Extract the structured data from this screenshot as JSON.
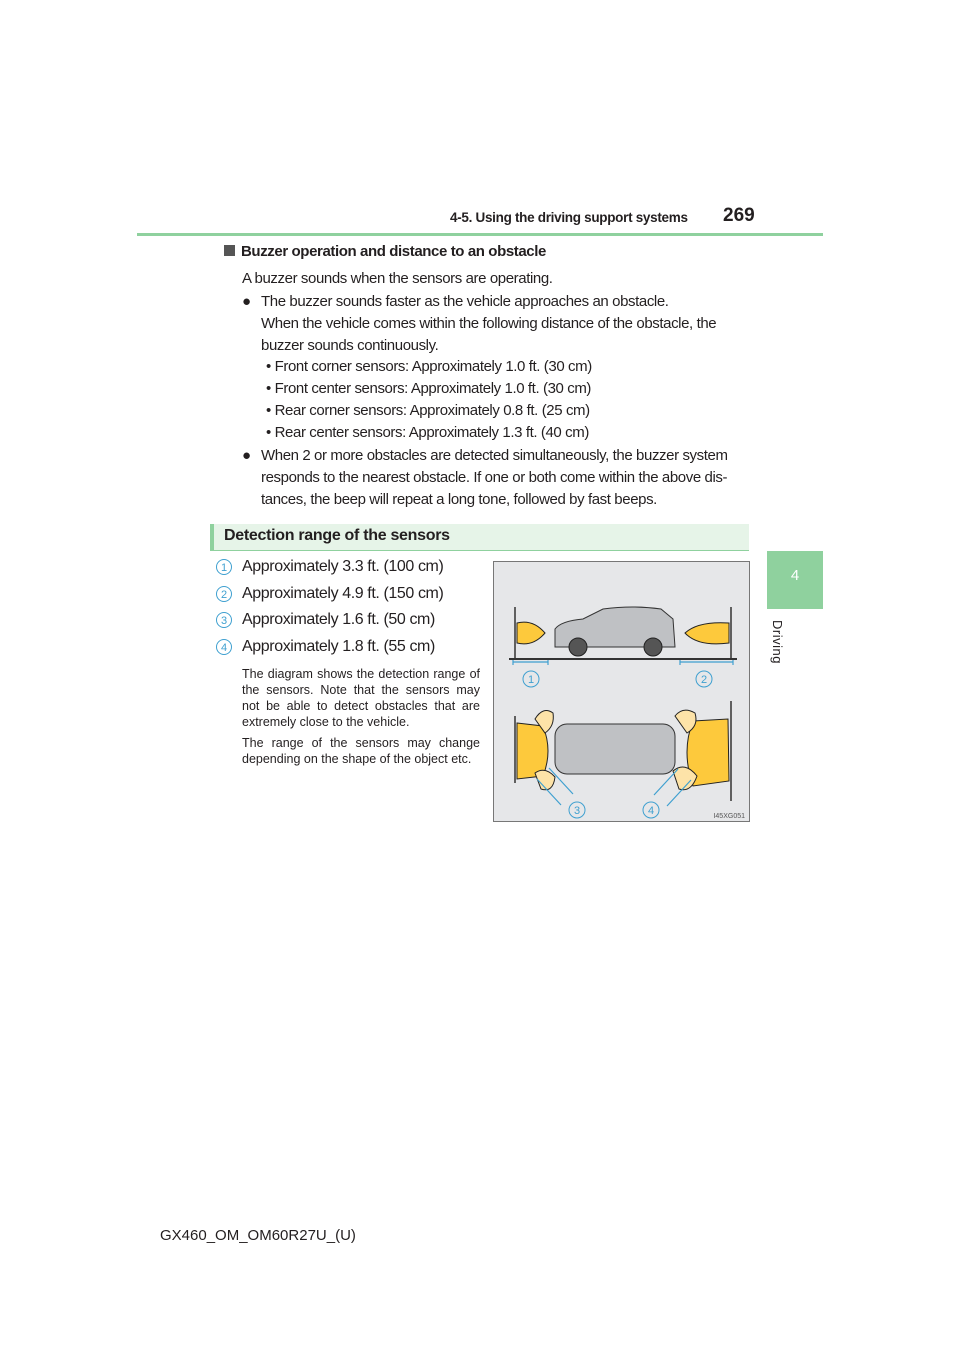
{
  "header": {
    "section": "4-5. Using the driving support systems",
    "page": "269"
  },
  "side_tab": {
    "number": "4",
    "label": "Driving"
  },
  "buzzer": {
    "heading": "Buzzer operation and distance to an obstacle",
    "intro": "A buzzer sounds when the sensors are operating.",
    "bullet1": [
      "The buzzer sounds faster as the vehicle approaches an obstacle.",
      "When the vehicle comes within the following distance of the obstacle, the",
      "buzzer sounds continuously."
    ],
    "distances": [
      "Front corner sensors: Approximately 1.0 ft. (30 cm)",
      "Front center sensors: Approximately 1.0 ft. (30 cm)",
      "Rear corner sensors: Approximately 0.8 ft. (25 cm)",
      "Rear center sensors: Approximately 1.3 ft. (40 cm)"
    ],
    "bullet2": [
      "When 2 or more obstacles are detected simultaneously, the buzzer system",
      "responds to the nearest obstacle. If one or both come within the above dis-",
      "tances, the beep will repeat a long tone, followed by fast beeps."
    ]
  },
  "detection": {
    "title": "Detection range of the sensors",
    "items": [
      {
        "n": "1",
        "text": "Approximately 3.3 ft. (100 cm)"
      },
      {
        "n": "2",
        "text": "Approximately 4.9 ft. (150 cm)"
      },
      {
        "n": "3",
        "text": "Approximately 1.6 ft. (50 cm)"
      },
      {
        "n": "4",
        "text": "Approximately 1.8 ft. (55 cm)"
      }
    ],
    "note1": "The diagram shows the detection range of the sensors. Note that the sensors may not be able to detect obstacles that are extremely close to the vehicle.",
    "note2": "The range of the sensors may change depending on the shape of the object etc.",
    "diagram_code": "I45XG051"
  },
  "footer": "GX460_OM_OM60R27U_(U)"
}
